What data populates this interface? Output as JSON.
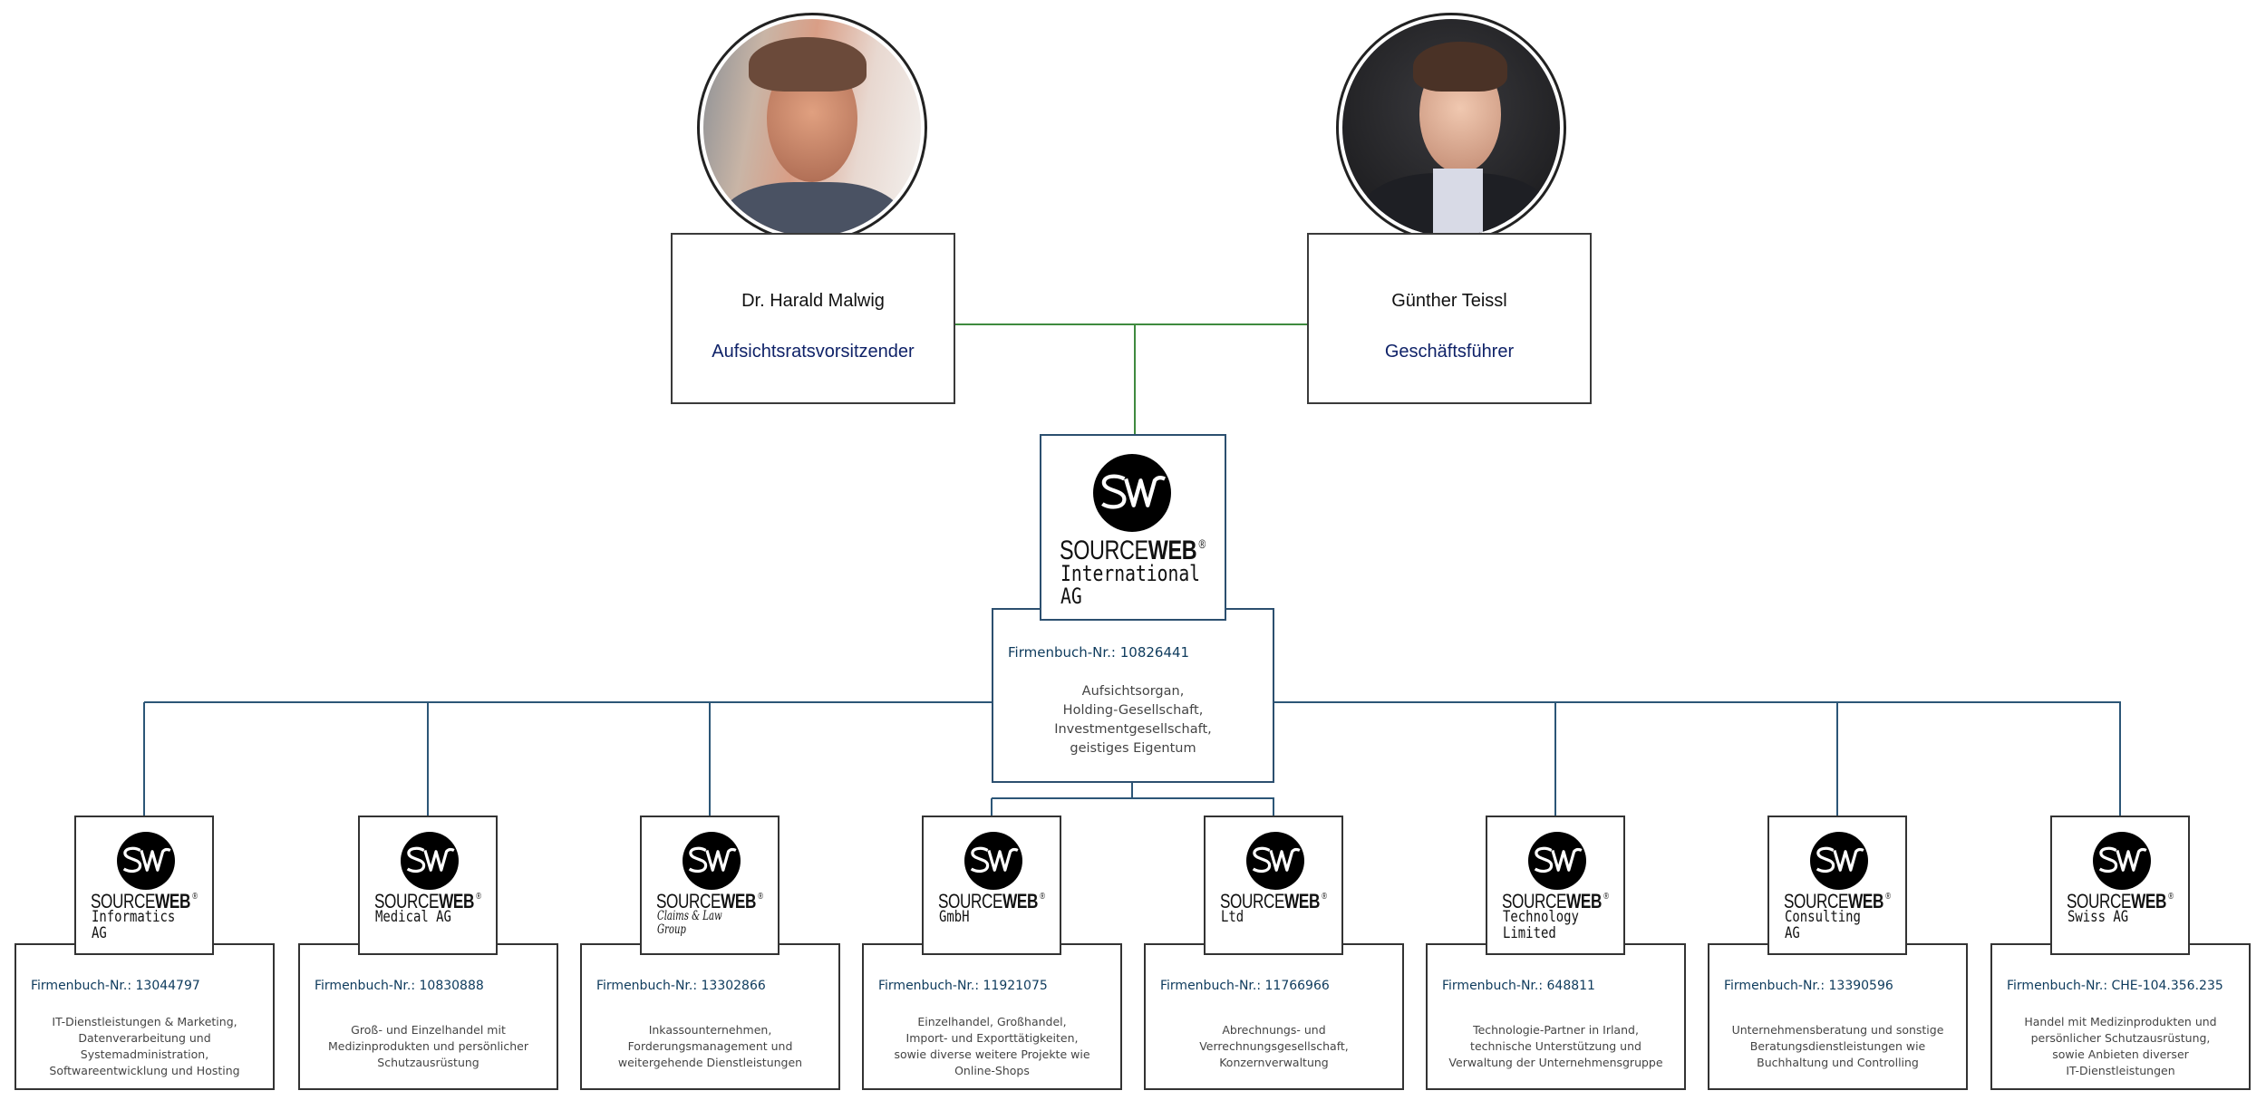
{
  "people": [
    {
      "name": "Dr. Harald Malwig",
      "role": "Aufsichtsratsvorsitzender",
      "photo": "person-photo-harald-malwig"
    },
    {
      "name": "Günther Teissl",
      "role": "Geschäftsführer",
      "photo": "person-photo-guenther-teissl"
    }
  ],
  "brand": {
    "prefix": "SOURCE",
    "bold": "WEB",
    "reg": "®",
    "logo_icon": "sw-logo-icon"
  },
  "parent": {
    "subtitle": "International AG",
    "register": "Firmenbuch-Nr.: 10826441",
    "description": [
      "Aufsichtsorgan,",
      "Holding-Gesellschaft,",
      "Investmentgesellschaft,",
      "geistiges Eigentum"
    ]
  },
  "subsidiaries": [
    {
      "subtitle": "Informatics AG",
      "register": "Firmenbuch-Nr.: 13044797",
      "description": [
        "IT-Dienstleistungen & Marketing,",
        "Datenverarbeitung und",
        "Systemadministration,",
        "Softwareentwicklung und Hosting"
      ]
    },
    {
      "subtitle": "Medical AG",
      "register": "Firmenbuch-Nr.: 10830888",
      "description": [
        "Groß- und Einzelhandel mit",
        "Medizinprodukten und persönlicher",
        "Schutzausrüstung"
      ]
    },
    {
      "subtitle": "Claims & Law Group",
      "register": "Firmenbuch-Nr.: 13302866",
      "description": [
        "Inkassounternehmen,",
        "Forderungsmanagement und",
        "weitergehende Dienstleistungen"
      ]
    },
    {
      "subtitle": "GmbH",
      "register": "Firmenbuch-Nr.: 11921075",
      "description": [
        "Einzelhandel, Großhandel,",
        "Import- und Exporttätigkeiten,",
        "sowie diverse weitere Projekte wie",
        "Online-Shops"
      ]
    },
    {
      "subtitle": "Ltd",
      "register": "Firmenbuch-Nr.: 11766966",
      "description": [
        "Abrechnungs- und",
        "Verrechnungsgesellschaft,",
        "Konzernverwaltung"
      ]
    },
    {
      "subtitle": "Technology\nLimited",
      "register": "Firmenbuch-Nr.: 648811",
      "description": [
        "Technologie-Partner in Irland,",
        "technische Unterstützung und",
        "Verwaltung der Unternehmensgruppe"
      ]
    },
    {
      "subtitle": "Consulting AG",
      "register": "Firmenbuch-Nr.: 13390596",
      "description": [
        "Unternehmensberatung und sonstige",
        "Beratungsdienstleistungen wie",
        "Buchhaltung und Controlling"
      ]
    },
    {
      "subtitle": "Swiss AG",
      "register": "Firmenbuch-Nr.: CHE-104.356.235",
      "description": [
        "Handel mit Medizinprodukten und",
        "persönlicher Schutzausrüstung,",
        "sowie Anbieten diverser",
        "IT-Dienstleistungen"
      ]
    }
  ],
  "colors": {
    "connector_top": "#3f8a3f",
    "connector_bottom": "#2c5677",
    "register_text": "#0d3a5c",
    "role_text": "#0f2268"
  }
}
